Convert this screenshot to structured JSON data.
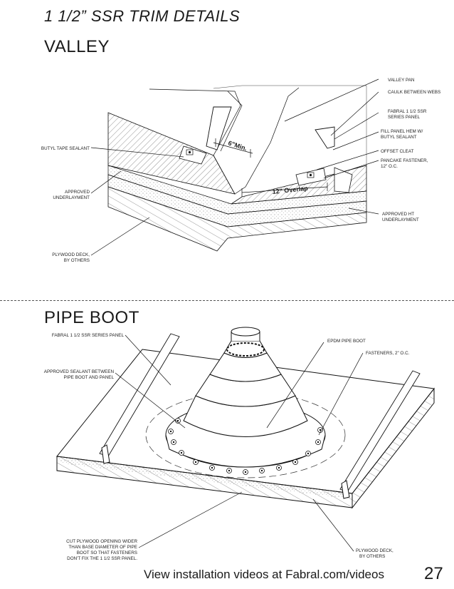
{
  "header": {
    "title": "1 1/2” SSR TRIM DETAILS"
  },
  "valley": {
    "section_title": "VALLEY",
    "labels": {
      "valley_pan": "VALLEY PAN",
      "caulk": "CAULK BETWEEN WEBS",
      "fabral_panel_1": "FABRAL 1 1/2 SSR",
      "fabral_panel_2": "SERIES PANEL",
      "fill_panel_1": "FILL PANEL HEM W/",
      "fill_panel_2": "BUTYL SEALANT",
      "offset_cleat": "OFFSET CLEAT",
      "pancake_1": "PANCAKE FASTENER,",
      "pancake_2": "12\" O.C.",
      "butyl_tape": "BUTYL TAPE SEALANT",
      "approved_underlayment_1": "APPROVED",
      "approved_underlayment_2": "UNDERLAYMENT",
      "approved_ht_1": "APPROVED HT",
      "approved_ht_2": "UNDERLAYMENT",
      "plywood_1": "PLYWOOD DECK,",
      "plywood_2": "BY OTHERS",
      "dim_6min": "6\"Min.",
      "dim_12overlap": "12\" Overlap"
    }
  },
  "pipe_boot": {
    "section_title": "PIPE BOOT",
    "labels": {
      "fabral_panel": "FABRAL 1 1/2 SSR SERIES PANEL",
      "sealant_1": "APPROVED SEALANT BETWEEN",
      "sealant_2": "PIPE BOOT AND PANEL",
      "epdm": "EPDM PIPE BOOT",
      "fasteners": "FASTENERS, 2\" O.C.",
      "cut_1": "CUT PLYWOOD OPENING WIDER",
      "cut_2": "THAN BASE DIAMETER OF PIPE",
      "cut_3": "BOOT SO THAT FASTENERS",
      "cut_4": "DON'T FIX THE 1 1/2 SSR PANEL.",
      "plywood_1": "PLYWOOD DECK,",
      "plywood_2": "BY OTHERS"
    }
  },
  "footer": {
    "text": "View installation videos at Fabral.com/videos",
    "page_number": "27"
  }
}
